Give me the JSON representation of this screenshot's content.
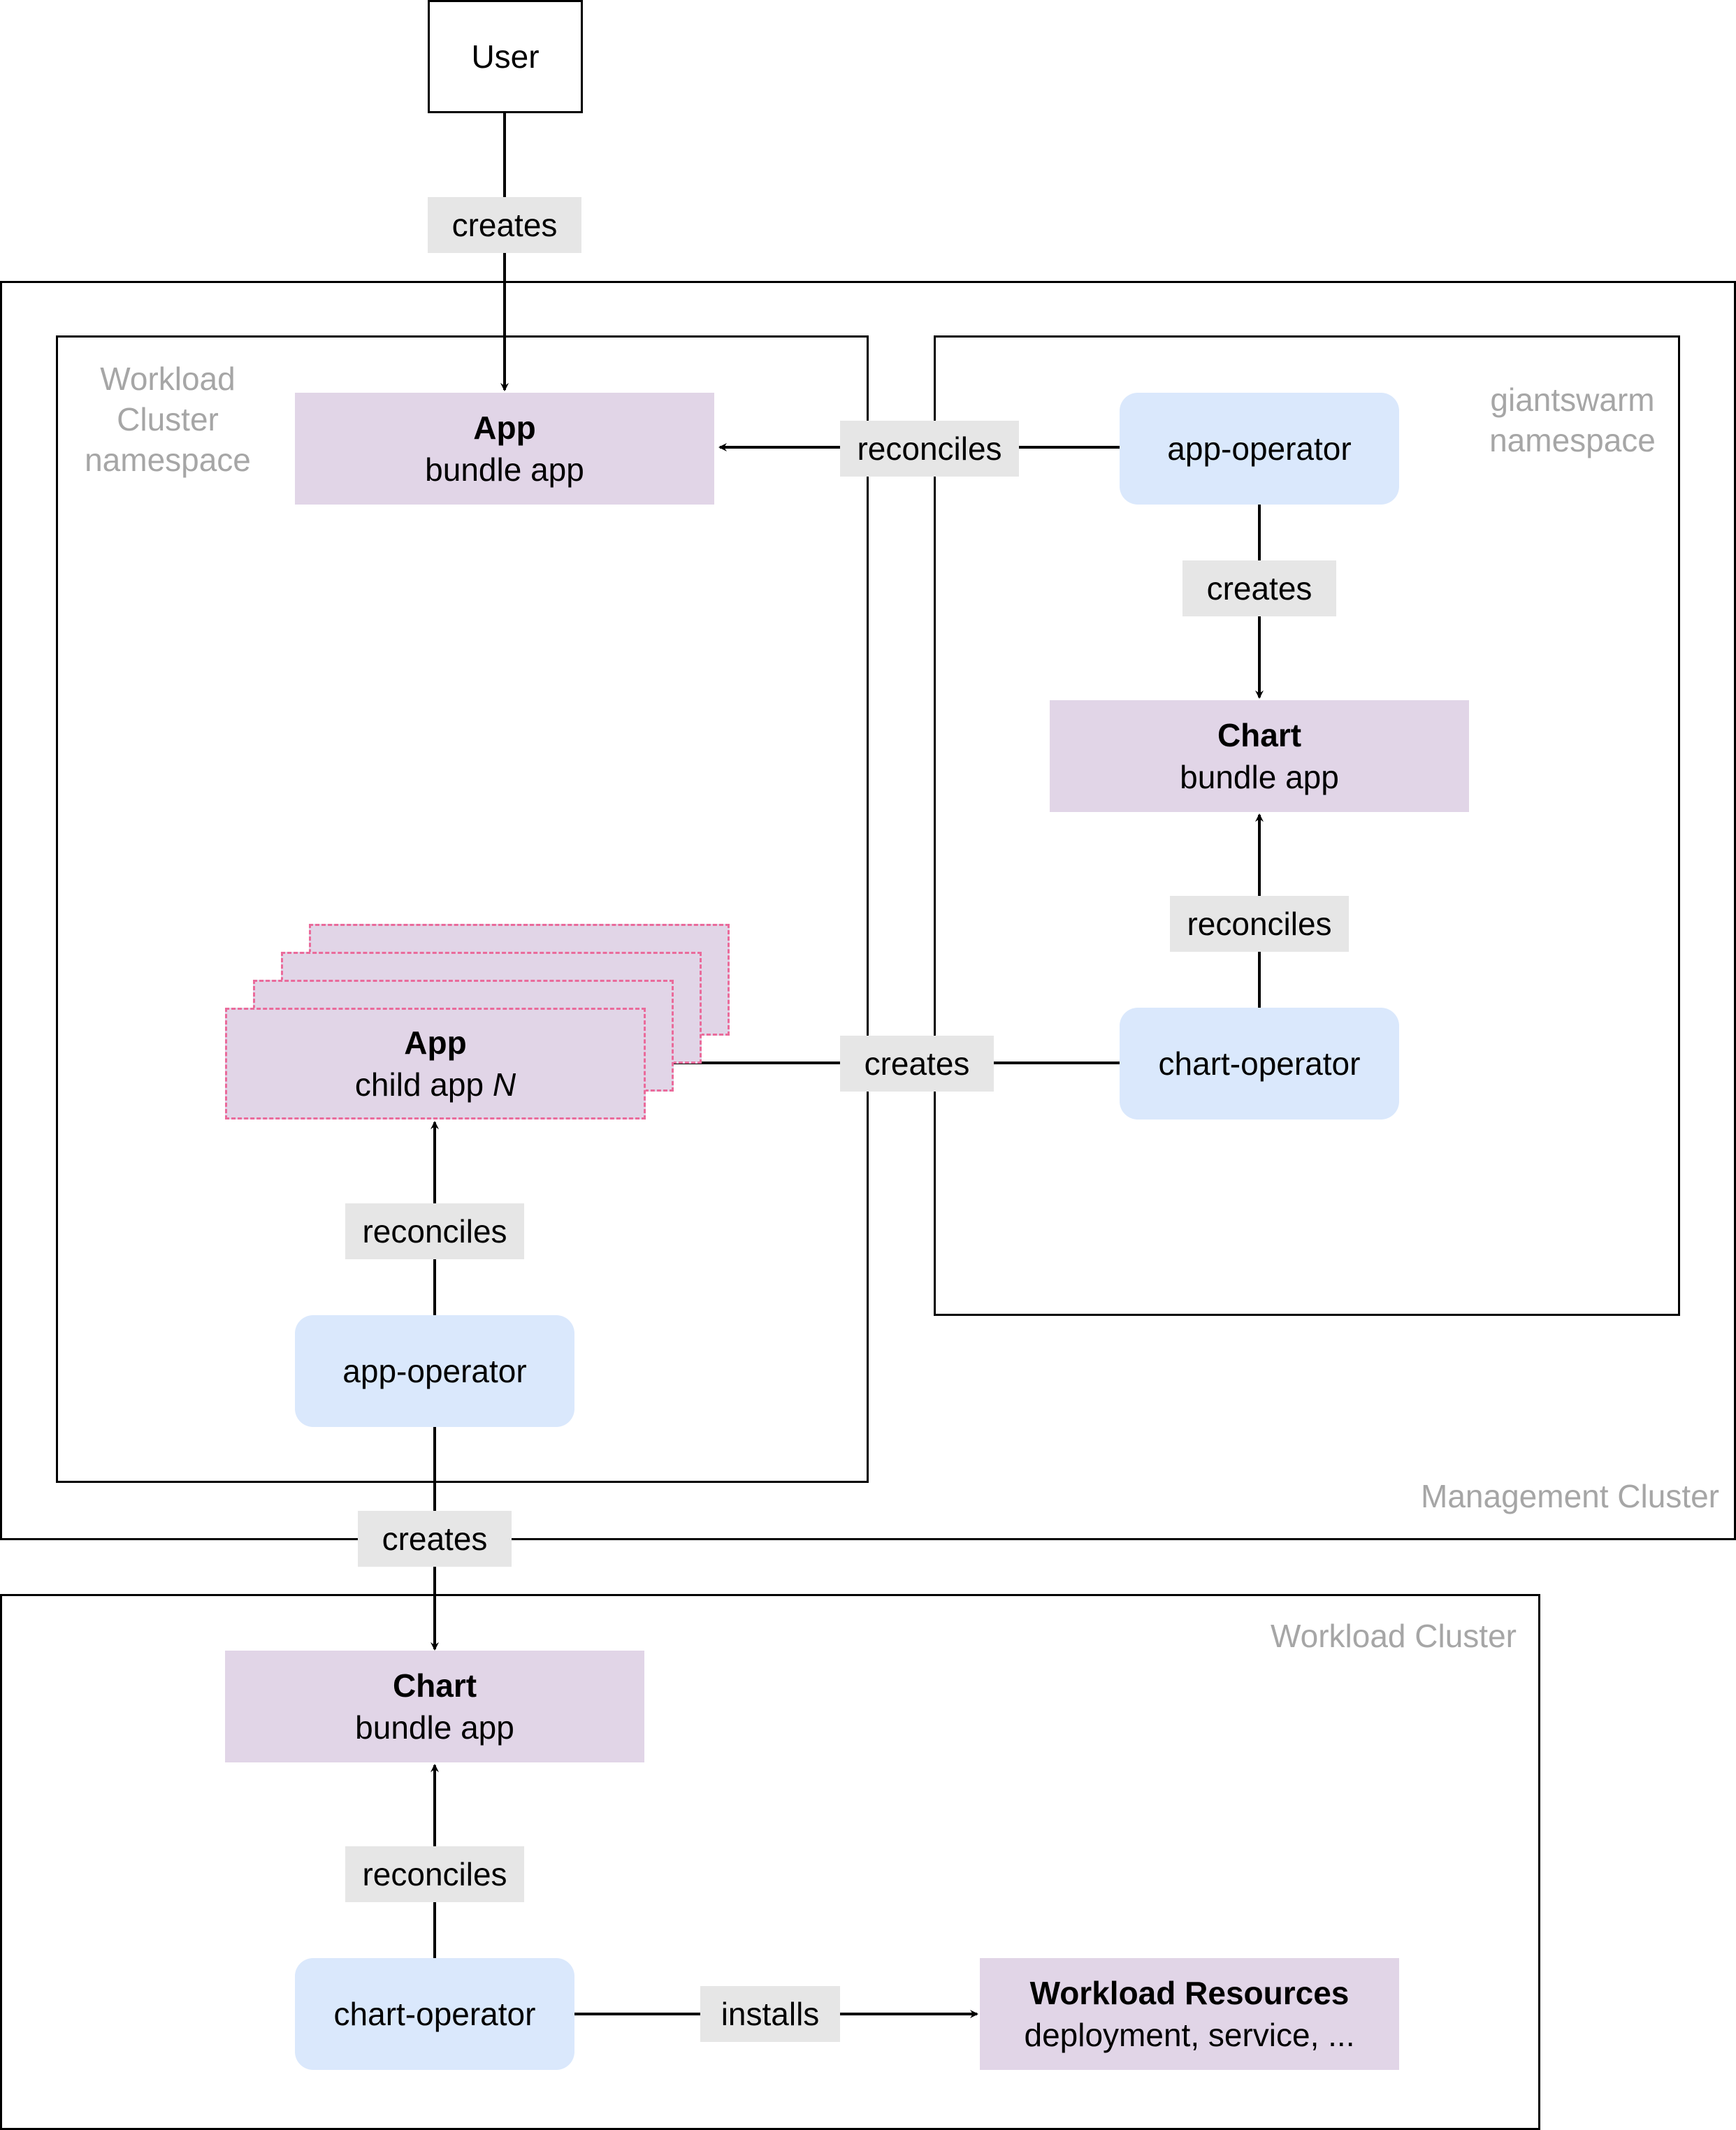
{
  "user": {
    "label": "User"
  },
  "regions": {
    "management_cluster": "Management Cluster",
    "workload_cluster_namespace": [
      "Workload",
      "Cluster",
      "namespace"
    ],
    "giantswarm_namespace": [
      "giantswarm",
      "namespace"
    ],
    "workload_cluster": "Workload Cluster"
  },
  "nodes": {
    "app_bundle": {
      "title": "App",
      "subtitle": "bundle app"
    },
    "app_operator_gs": {
      "label": "app-operator"
    },
    "chart_bundle_mc": {
      "title": "Chart",
      "subtitle": "bundle app"
    },
    "chart_operator_gs": {
      "label": "chart-operator"
    },
    "app_child": {
      "title": "App",
      "subtitle_prefix": "child app ",
      "subtitle_var": "N"
    },
    "app_operator_wc_ns": {
      "label": "app-operator"
    },
    "chart_bundle_wc": {
      "title": "Chart",
      "subtitle": "bundle app"
    },
    "chart_operator_wc": {
      "label": "chart-operator"
    },
    "workload_resources": {
      "title": "Workload Resources",
      "subtitle": "deployment, service, ..."
    }
  },
  "edges": {
    "user_creates": "creates",
    "appop_reconciles_bundle": "reconciles",
    "appop_creates_chart": "creates",
    "chartop_reconciles_chart": "reconciles",
    "chartop_creates_child": "creates",
    "appop_reconciles_child": "reconciles",
    "appop_creates_wc_chart": "creates",
    "wc_chartop_reconciles": "reconciles",
    "wc_chartop_installs": "installs"
  },
  "colors": {
    "resource_fill": "#e1d5e7",
    "operator_fill": "#dae8fc",
    "edge_label_fill": "#e6e6e6",
    "region_label_text": "#a6a6a6",
    "child_stack_border": "#ea6b9b"
  }
}
